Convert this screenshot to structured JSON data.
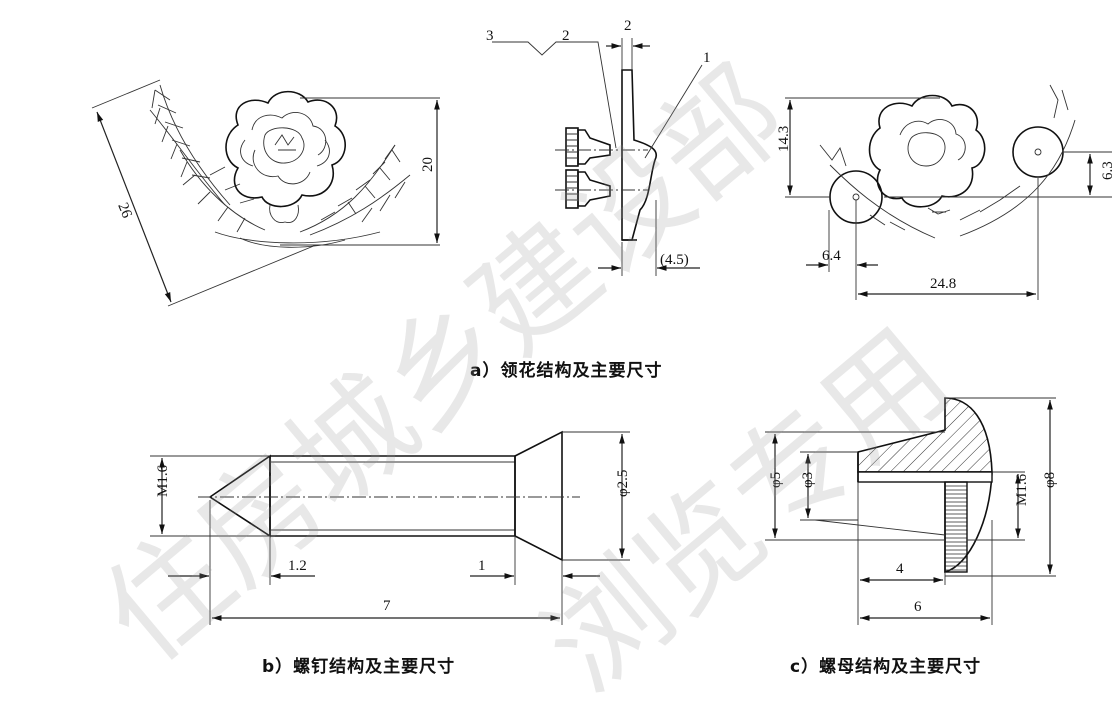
{
  "captions": {
    "a": "a）领花结构及主要尺寸",
    "b": "b）螺钉结构及主要尺寸",
    "c": "c）螺母结构及主要尺寸"
  },
  "dims_a": {
    "d26": "26",
    "d20": "20",
    "d2": "2",
    "d45": "(4.5)",
    "l1": "1",
    "l2": "2",
    "l3": "3",
    "d143": "14.3",
    "d63": "6.3",
    "d64": "6.4",
    "d248": "24.8"
  },
  "dims_b": {
    "m16": "M1.6",
    "phi25": "φ2.5",
    "d12": "1.2",
    "d1": "1",
    "d7": "7"
  },
  "dims_c": {
    "phi5": "φ5",
    "phi3": "φ3",
    "m16": "M1.6",
    "phi8": "φ8",
    "d4": "4",
    "d6": "6"
  },
  "watermark": {
    "line1": "住房城乡建设部",
    "line2": "浏览专用"
  }
}
